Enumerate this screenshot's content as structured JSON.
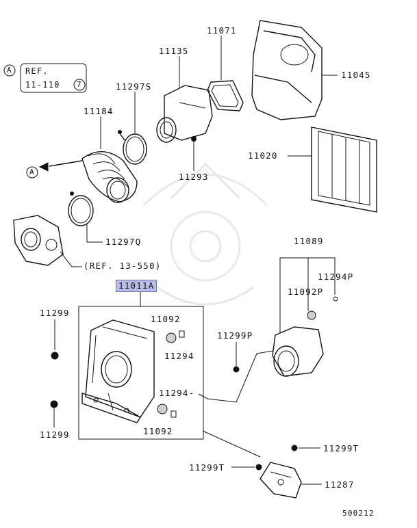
{
  "labels": {
    "p11071": "11071",
    "p11135": "11135",
    "p11045": "11045",
    "p11297S": "11297S",
    "p11184": "11184",
    "p11020": "11020",
    "p11293": "11293",
    "p11297Q": "11297Q",
    "ref13": "(REF. 13-550)",
    "p11011A": "11011A",
    "p11089": "11089",
    "p11294P": "11294P",
    "p11092P": "11092P",
    "p11299a": "11299",
    "p11092a": "11092",
    "p11294a": "11294",
    "p11299P": "11299P",
    "p11294b": "11294-",
    "p11299b": "11299",
    "p11092b": "11092",
    "p11299Ta": "11299T",
    "p11299Tb": "11299T",
    "p11287": "11287",
    "code": "500212"
  },
  "ref_box": {
    "circle_letter": "A",
    "line1": "REF.",
    "line2": "11-110",
    "circle_number": "7"
  },
  "arrow_marker": "A"
}
